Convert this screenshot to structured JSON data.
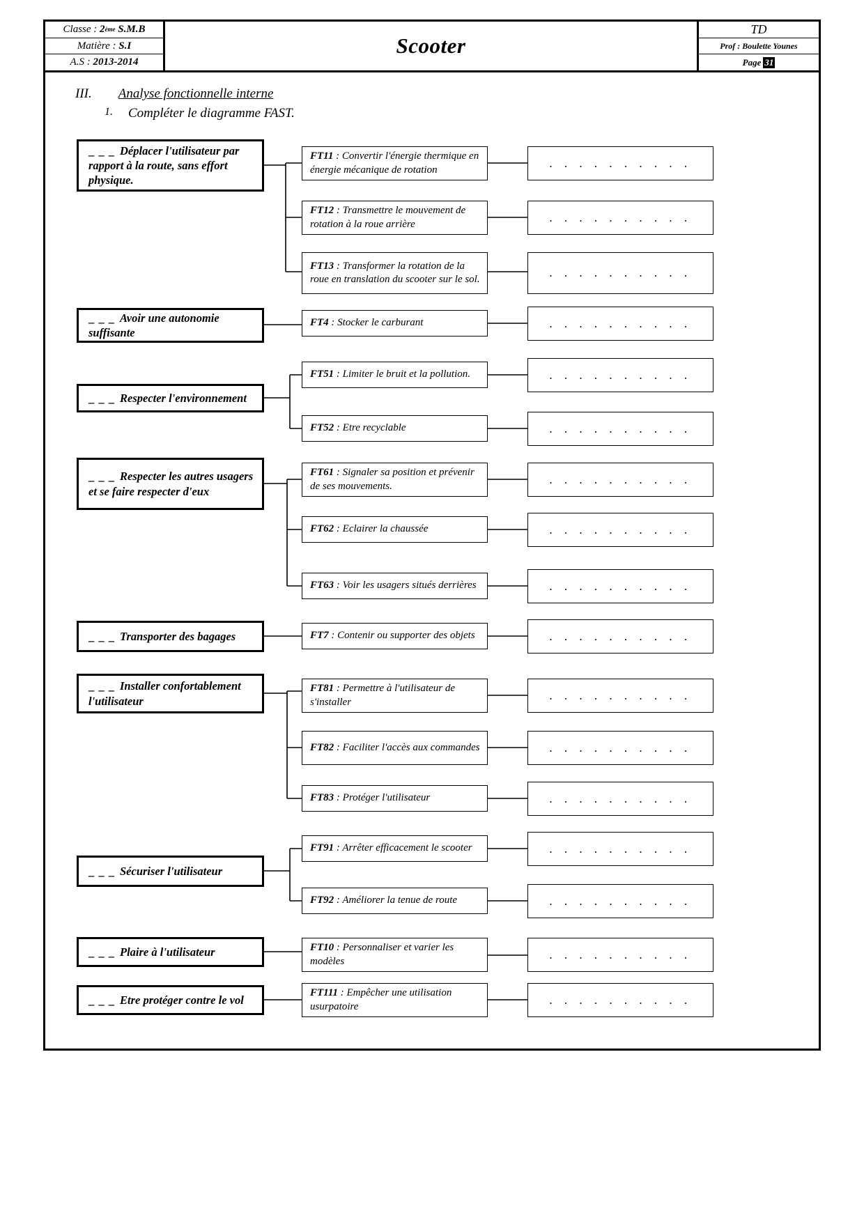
{
  "header": {
    "classe_label": "Classe :",
    "classe_value": "2",
    "classe_sup": "ème",
    "classe_rest": "S.M.B",
    "matiere_label": "Matière :",
    "matiere_value": "S.I",
    "as_label": "A.S :",
    "as_value": "2013-2014",
    "doc_title": "Scooter",
    "td": "TD",
    "prof_label": "Prof :",
    "prof_value": "Boulette Younes",
    "page_label": "Page",
    "page_number": "31"
  },
  "section": {
    "number": "III.",
    "title": "Analyse fonctionnelle interne",
    "sub_number": "1.",
    "sub_title": "Compléter le diagramme FAST."
  },
  "dashes": "_ _ _",
  "dots": ". . . . . . . . . .",
  "functions": [
    {
      "id": "fp1",
      "label": "Déplacer l'utilisateur par rapport à la route, sans effort physique.",
      "children": [
        {
          "code": "FT11",
          "text": ": Convertir l'énergie thermique en énergie mécanique de rotation"
        },
        {
          "code": "FT12",
          "text": ": Transmettre le mouvement de rotation à la roue arrière"
        },
        {
          "code": "FT13",
          "text": ": Transformer la rotation de la roue en translation du scooter sur le sol."
        }
      ]
    },
    {
      "id": "fc2",
      "label": "Avoir une autonomie suffisante",
      "children": [
        {
          "code": "FT4",
          "text": ": Stocker le carburant"
        }
      ]
    },
    {
      "id": "fc3",
      "label": "Respecter l'environnement",
      "children": [
        {
          "code": "FT51",
          "text": ": Limiter le bruit et la pollution."
        },
        {
          "code": "FT52",
          "text": ": Etre recyclable"
        }
      ]
    },
    {
      "id": "fc4",
      "label": "Respecter les autres usagers et se faire respecter d'eux",
      "children": [
        {
          "code": "FT61",
          "text": ": Signaler sa position et prévenir de ses mouvements."
        },
        {
          "code": "FT62",
          "text": ": Eclairer la chaussée"
        },
        {
          "code": "FT63",
          "text": ": Voir les usagers situés derrières"
        }
      ]
    },
    {
      "id": "fc5",
      "label": "Transporter des bagages",
      "children": [
        {
          "code": "FT7",
          "text": ": Contenir ou supporter des objets"
        }
      ]
    },
    {
      "id": "fc6",
      "label": "Installer confortablement l'utilisateur",
      "children": [
        {
          "code": "FT81",
          "text": ": Permettre à l'utilisateur de s'installer"
        },
        {
          "code": "FT82",
          "text": ": Faciliter l'accès aux commandes"
        },
        {
          "code": "FT83",
          "text": ": Protéger l'utilisateur"
        }
      ]
    },
    {
      "id": "fc7",
      "label": "Sécuriser l'utilisateur",
      "children": [
        {
          "code": "FT91",
          "text": ": Arrêter efficacement le scooter"
        },
        {
          "code": "FT92",
          "text": ": Améliorer la tenue de route"
        }
      ]
    },
    {
      "id": "fc8",
      "label": "Plaire à l'utilisateur",
      "children": [
        {
          "code": "FT10",
          "text": ": Personnaliser et varier les modèles"
        }
      ]
    },
    {
      "id": "fc9",
      "label": "Etre protéger contre le vol",
      "children": [
        {
          "code": "FT111",
          "text": ": Empêcher une utilisation usurpatoire"
        }
      ]
    }
  ]
}
